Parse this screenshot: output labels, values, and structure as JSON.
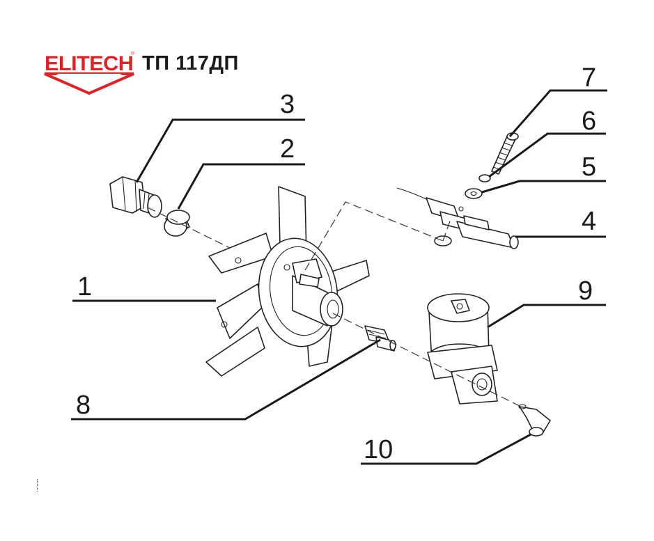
{
  "header": {
    "brand": "ELITECH",
    "brand_registered_mark": "®",
    "model": "ТП 117ДП",
    "brand_color": "#d7262b"
  },
  "callouts": [
    {
      "id": "callout-1",
      "label": "1"
    },
    {
      "id": "callout-2",
      "label": "2"
    },
    {
      "id": "callout-3",
      "label": "3"
    },
    {
      "id": "callout-4",
      "label": "4"
    },
    {
      "id": "callout-5",
      "label": "5"
    },
    {
      "id": "callout-6",
      "label": "6"
    },
    {
      "id": "callout-7",
      "label": "7"
    },
    {
      "id": "callout-8",
      "label": "8"
    },
    {
      "id": "callout-9",
      "label": "9"
    },
    {
      "id": "callout-10",
      "label": "10"
    }
  ]
}
